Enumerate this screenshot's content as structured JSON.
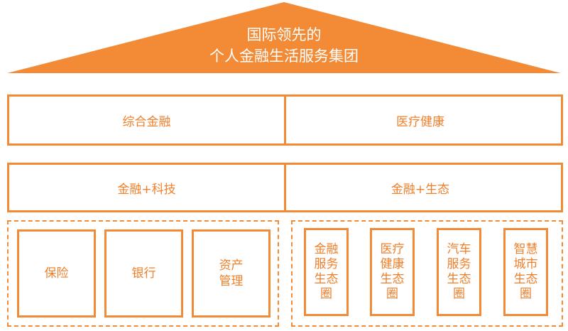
{
  "roof": {
    "line1": "国际领先的",
    "line2": "个人金融生活服务集团",
    "color": "#f28a36"
  },
  "tier1": {
    "left": "综合金融",
    "right": "医疗健康"
  },
  "tier2": {
    "left": "金融+科技",
    "right": "金融+生态"
  },
  "left_group": {
    "items": [
      {
        "line1": "保险"
      },
      {
        "line1": "银行"
      },
      {
        "line1": "资产",
        "line2": "管理"
      }
    ]
  },
  "right_group": {
    "items": [
      {
        "lines": [
          "金融",
          "服务",
          "生态",
          "圈"
        ]
      },
      {
        "lines": [
          "医疗",
          "健康",
          "生态",
          "圈"
        ]
      },
      {
        "lines": [
          "汽车",
          "服务",
          "生态",
          "圈"
        ]
      },
      {
        "lines": [
          "智慧",
          "城市",
          "生态",
          "圈"
        ]
      }
    ]
  },
  "colors": {
    "accent": "#f28a36",
    "text": "#f07f2a"
  }
}
